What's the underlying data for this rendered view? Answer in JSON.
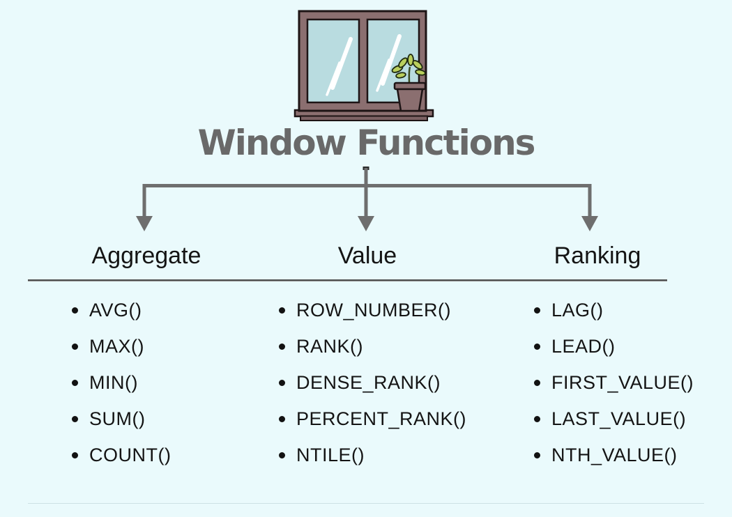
{
  "title": {
    "text": "Window Functions"
  },
  "illustration": {
    "name": "window-with-plant-illustration"
  },
  "columns": [
    {
      "heading": "Aggregate",
      "items": [
        "AVG()",
        "MAX()",
        "MIN()",
        "SUM()",
        "COUNT()"
      ]
    },
    {
      "heading": "Value",
      "items": [
        "ROW_NUMBER()",
        "RANK()",
        "DENSE_RANK()",
        "PERCENT_RANK()",
        "NTILE()"
      ]
    },
    {
      "heading": "Ranking",
      "items": [
        "LAG()",
        "LEAD()",
        "FIRST_VALUE()",
        "LAST_VALUE()",
        "NTH_VALUE()"
      ]
    }
  ],
  "colors": {
    "background": "#eafafc",
    "title_gray": "#696969",
    "connector_gray": "#6e6e6e",
    "text": "#141414",
    "divider": "#4e4e4e",
    "window_frame": "#8b6f70",
    "window_glass": "#b9dce0",
    "plant_leaf": "#b9cf5d"
  }
}
